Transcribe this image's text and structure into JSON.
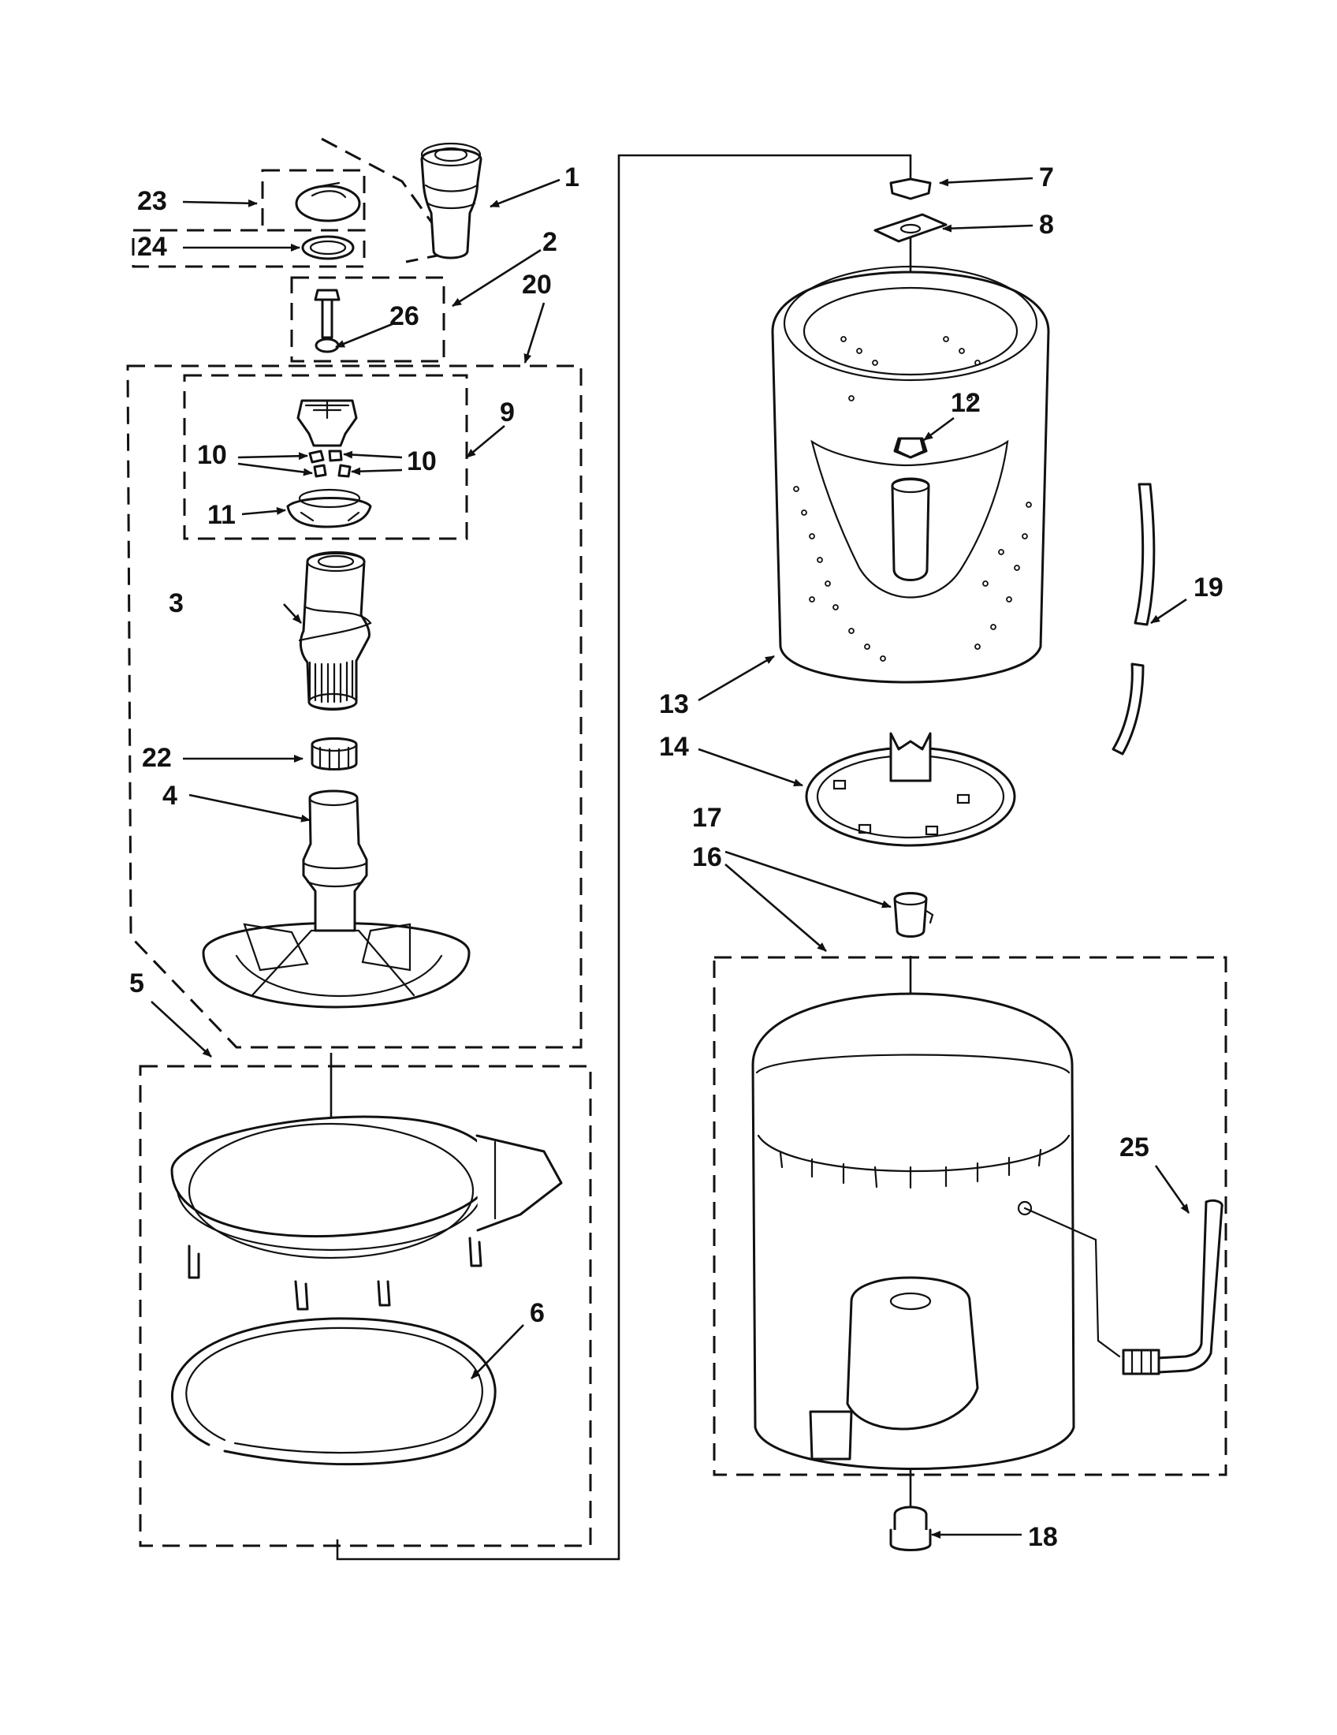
{
  "diagram": {
    "callouts": [
      {
        "id": "1",
        "text": "1"
      },
      {
        "id": "2",
        "text": "2"
      },
      {
        "id": "3",
        "text": "3"
      },
      {
        "id": "4",
        "text": "4"
      },
      {
        "id": "5",
        "text": "5"
      },
      {
        "id": "6",
        "text": "6"
      },
      {
        "id": "7",
        "text": "7"
      },
      {
        "id": "8",
        "text": "8"
      },
      {
        "id": "9",
        "text": "9"
      },
      {
        "id": "10a",
        "text": "10"
      },
      {
        "id": "10b",
        "text": "10"
      },
      {
        "id": "11",
        "text": "11"
      },
      {
        "id": "12",
        "text": "12"
      },
      {
        "id": "13",
        "text": "13"
      },
      {
        "id": "14",
        "text": "14"
      },
      {
        "id": "16",
        "text": "16"
      },
      {
        "id": "17",
        "text": "17"
      },
      {
        "id": "18",
        "text": "18"
      },
      {
        "id": "19",
        "text": "19"
      },
      {
        "id": "20",
        "text": "20"
      },
      {
        "id": "22",
        "text": "22"
      },
      {
        "id": "23",
        "text": "23"
      },
      {
        "id": "24",
        "text": "24"
      },
      {
        "id": "25",
        "text": "25"
      },
      {
        "id": "26",
        "text": "26"
      }
    ]
  }
}
